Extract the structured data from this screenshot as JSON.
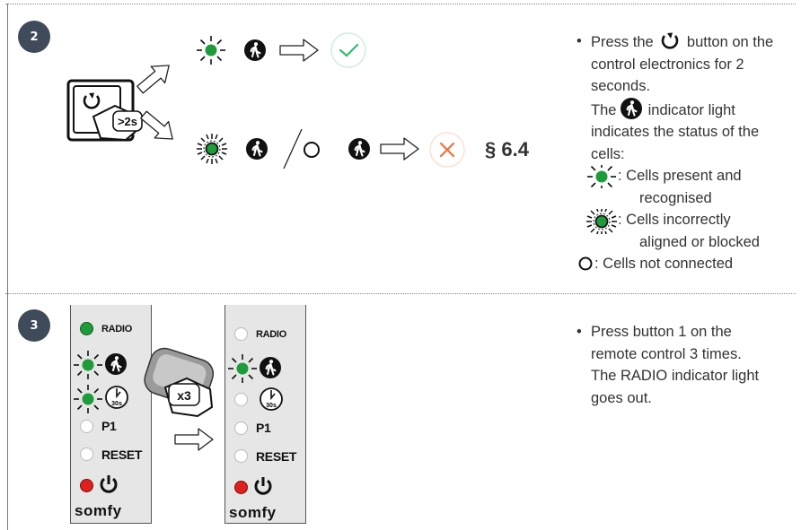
{
  "steps": [
    {
      "number": "2",
      "section_ref": "§ 6.4",
      "remote_badge": ">2s",
      "instruction": {
        "line1_before": "Press the",
        "line1_after": "button on the",
        "line2": "control electronics for 2",
        "line3": "seconds.",
        "line4_before": "The",
        "line4_after": "indicator light",
        "line5": "indicates the status of the",
        "line6": "cells:",
        "legend": [
          {
            "icon": "green-led-blinking-icon",
            "text_line1": ": Cells present and",
            "text_line2": "recognised"
          },
          {
            "icon": "green-led-fast-blinking-icon",
            "text_line1": ": Cells incorrectly",
            "text_line2": "aligned or blocked"
          },
          {
            "icon": "empty-circle-icon",
            "text_line1": ": Cells not connected",
            "text_line2": ""
          }
        ]
      }
    },
    {
      "number": "3",
      "remote_badge": "x3",
      "instruction": {
        "line1": "Press button 1 on the",
        "line2": "remote control 3 times.",
        "line3": "The RADIO indicator light",
        "line4": "goes out."
      },
      "panel": {
        "radio": "RADIO",
        "timer": "30s",
        "p1": "P1",
        "reset": "RESET",
        "brand": "somfy"
      }
    }
  ],
  "colors": {
    "led_green": "#1e9b3a",
    "led_red": "#e0201e",
    "check_green": "#2fbf6b",
    "cross_orange": "#f0703a",
    "badge_bg": "#3f4a5a"
  }
}
